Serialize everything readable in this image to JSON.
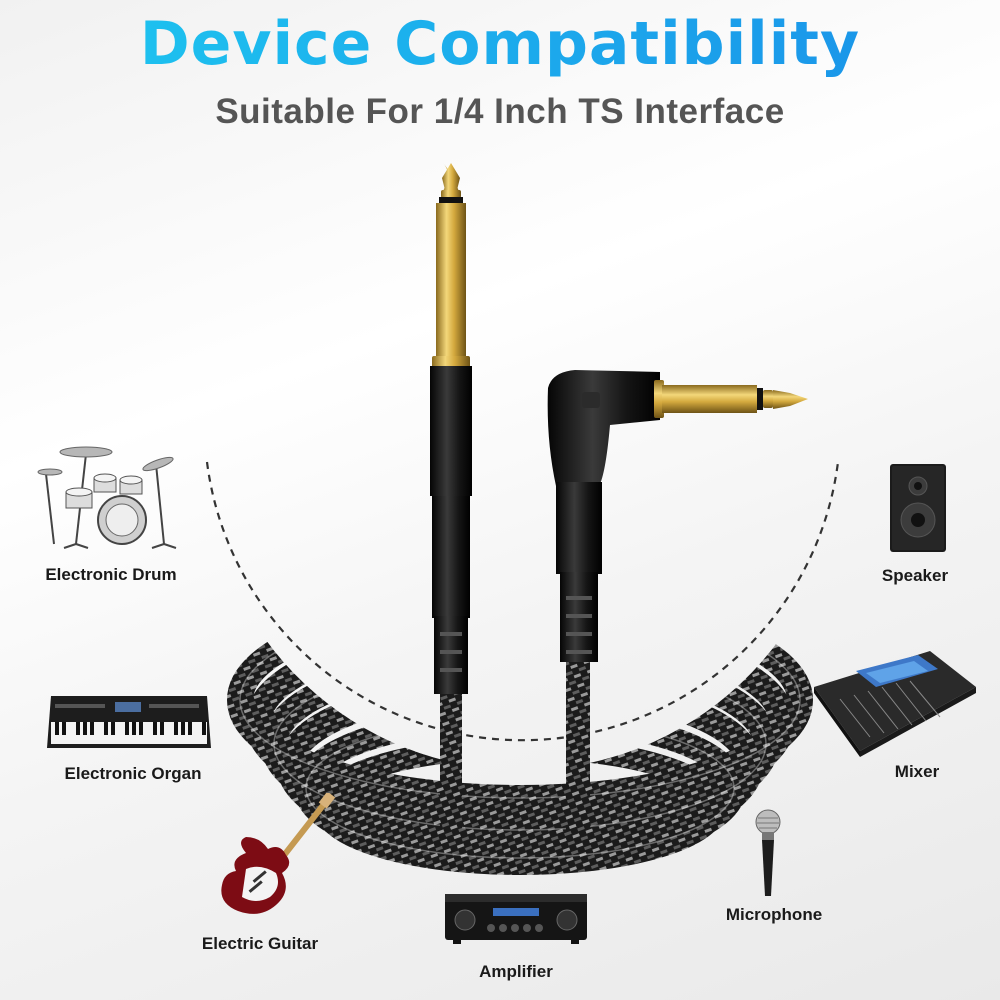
{
  "header": {
    "title": "Device Compatibility",
    "subtitle": "Suitable For 1/4 Inch TS Interface"
  },
  "colors": {
    "title_gradient_start": "#1ec8f0",
    "title_gradient_end": "#1a8fe8",
    "subtitle": "#555555",
    "plug_gold": "#d9b34a",
    "cable_black": "#1b1b1b",
    "braid_gray": "#8d8d8d"
  },
  "devices": [
    {
      "label": "Electronic Drum",
      "icon": "drum-kit-icon"
    },
    {
      "label": "Speaker",
      "icon": "speaker-icon"
    },
    {
      "label": "Electronic Organ",
      "icon": "keyboard-icon"
    },
    {
      "label": "Mixer",
      "icon": "mixer-icon"
    },
    {
      "label": "Electric Guitar",
      "icon": "guitar-icon"
    },
    {
      "label": "Microphone",
      "icon": "microphone-icon"
    },
    {
      "label": "Amplifier",
      "icon": "amplifier-icon"
    }
  ]
}
